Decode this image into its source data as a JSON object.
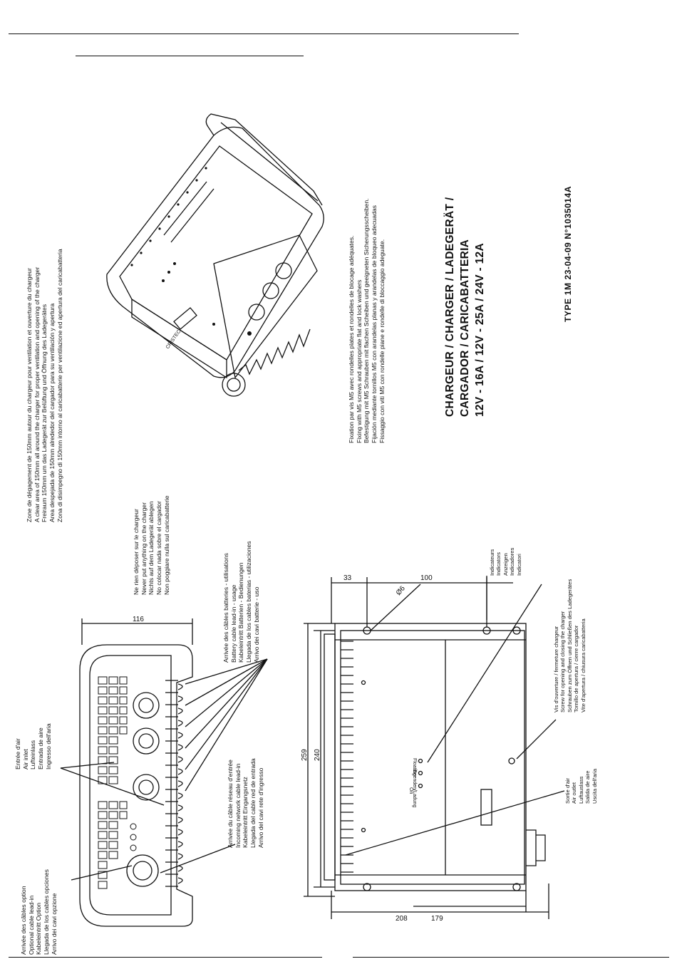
{
  "title": {
    "lines": [
      "CHARGEUR / CHARGER / LADEGERÄT /",
      "CARGADOR / CARICABATTERIA",
      "12V - 16A  /  12V - 25A  /  24V - 12A"
    ],
    "type_line": "TYPE 1M     23-04-09     N°1035014A"
  },
  "notes": {
    "clearance": [
      "Zone de dégagement de 150mm autour du chargeur pour ventilation et ouverture du chargeur",
      "A clear area of 150mm all around the charger for proper ventilation and opening of the charger",
      "Freiraum 150mm um das Ladegerät zur Belüftung und Öffnung des Ladegerätes",
      "Area despejada de 150mm alrededor del cargador para su ventilación y apertura",
      "Zona di disimpegno di 150mm intorno al caricabatterie per ventilazione ed apertura del caricabatteria"
    ],
    "fixing": [
      "Fixation par vis M5 avec rondelles plates et rondelles de blocage adéquates.",
      "Fixing with M5 screws and appropriate flat and lock washers",
      "Befestigung mit M5 Schrauben mit flachen Scheiben und geeigneten Sicherungsscheiben.",
      "Fijación mediante tornillos M5 con arandelas planas y arandelas de bloqueo adecuadas",
      "Fissaggio con viti M5 con rondelle piane e rondelle di bloccaggio adeguate."
    ],
    "nothing_on_top": [
      "Ne rien déposer sur le chargeur",
      "Never put anything on the charger",
      "Nichts auf dem Ladegerät ablegen",
      "No colocar nada sobre el cargador",
      "Non poggiare nulla sul caricabatterie"
    ],
    "battery_cables": [
      "Arrivée des câbles batteries - utilisations",
      "Battery cable lead-in - usage",
      "Kabeleintritt Batterien - Bedienungen",
      "Llegada de los cables baterias - utilizaciones",
      "Arrivo dei cavi batterie - uso"
    ],
    "network_cable": [
      "Arrivée du câble réseau d'entrée",
      "Incoming network cable lead-in",
      "Kabeleintritt Eingangsnetz",
      "Llegada del cable red de entrada",
      "Arrivo del cavi rete d'ingresso"
    ],
    "air_inlet": [
      "Entrée d'air",
      "Air inlet",
      "Lufteinlass",
      "Entrada de aire",
      "Ingresso dell'aria"
    ],
    "options_cable": [
      "Arrivée des câbles option",
      "Optional cable lead-in",
      "Kabeleintritt Option",
      "Llegada de los cables opciones",
      "Arrivo dei cavi opzione"
    ],
    "indicators": [
      "Indicateurs",
      "Indicators",
      "Anzeigen",
      "Indicadores",
      "Indicatori"
    ],
    "opening_screw": [
      "Vis d'ouverture / fermeture chargeur",
      "Screw for opening and closing the charger",
      "Schrauben zum Öffnen und Schließen des Ladegerätes",
      "Tornillo de apertura / cierre cargador",
      "Vite d'apertura / chiusura caricabatteria"
    ],
    "air_outlet": [
      "Sortie d'air",
      "Air outlet",
      "Luftauslass",
      "Salida de aire",
      "Uscita dell'aria"
    ]
  },
  "dimensions": {
    "end_width": "116",
    "hole_offset": "33",
    "hole_spacing": "100",
    "hole_dia": "Ø6",
    "overall_length": "259",
    "inner_length": "240",
    "total_height": "208",
    "body_height": "179"
  },
  "panel_labels": {
    "floating": "Floating",
    "charge_label": "Beenden/Ladung",
    "on_label": "On",
    "brand": "CRISTEC"
  }
}
